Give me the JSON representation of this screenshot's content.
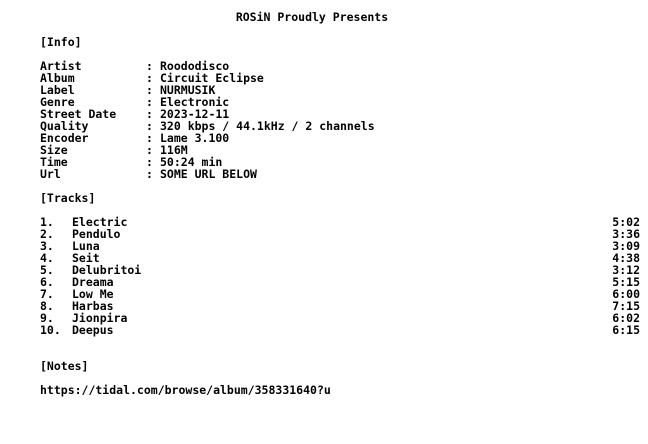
{
  "title": "ROSiN Proudly Presents",
  "info": {
    "heading": "[Info]",
    "rows": [
      {
        "label": "Artist",
        "value": "Roododisco"
      },
      {
        "label": "Album",
        "value": "Circuit Eclipse"
      },
      {
        "label": "Label",
        "value": "NURMUSIK"
      },
      {
        "label": "Genre",
        "value": "Electronic"
      },
      {
        "label": "Street Date",
        "value": "2023-12-11"
      },
      {
        "label": "Quality",
        "value": "320 kbps / 44.1kHz / 2 channels"
      },
      {
        "label": "Encoder",
        "value": "Lame 3.100"
      },
      {
        "label": "Size",
        "value": "116M"
      },
      {
        "label": "Time",
        "value": "50:24 min"
      },
      {
        "label": "Url",
        "value": "SOME URL BELOW"
      }
    ],
    "separator": ":"
  },
  "tracks": {
    "heading": "[Tracks]",
    "items": [
      {
        "num": "1.",
        "title": "Electric",
        "time": "5:02"
      },
      {
        "num": "2.",
        "title": "Pendulo",
        "time": "3:36"
      },
      {
        "num": "3.",
        "title": "Luna",
        "time": "3:09"
      },
      {
        "num": "4.",
        "title": "Seit",
        "time": "4:38"
      },
      {
        "num": "5.",
        "title": "Delubritoi",
        "time": "3:12"
      },
      {
        "num": "6.",
        "title": "Dreama",
        "time": "5:15"
      },
      {
        "num": "7.",
        "title": "Low Me",
        "time": "6:00"
      },
      {
        "num": "8.",
        "title": "Harbas",
        "time": "7:15"
      },
      {
        "num": "9.",
        "title": "Jionpira",
        "time": "6:02"
      },
      {
        "num": "10.",
        "title": "Deepus",
        "time": "6:15"
      }
    ]
  },
  "notes": {
    "heading": "[Notes]",
    "url": "https://tidal.com/browse/album/358331640?u"
  }
}
